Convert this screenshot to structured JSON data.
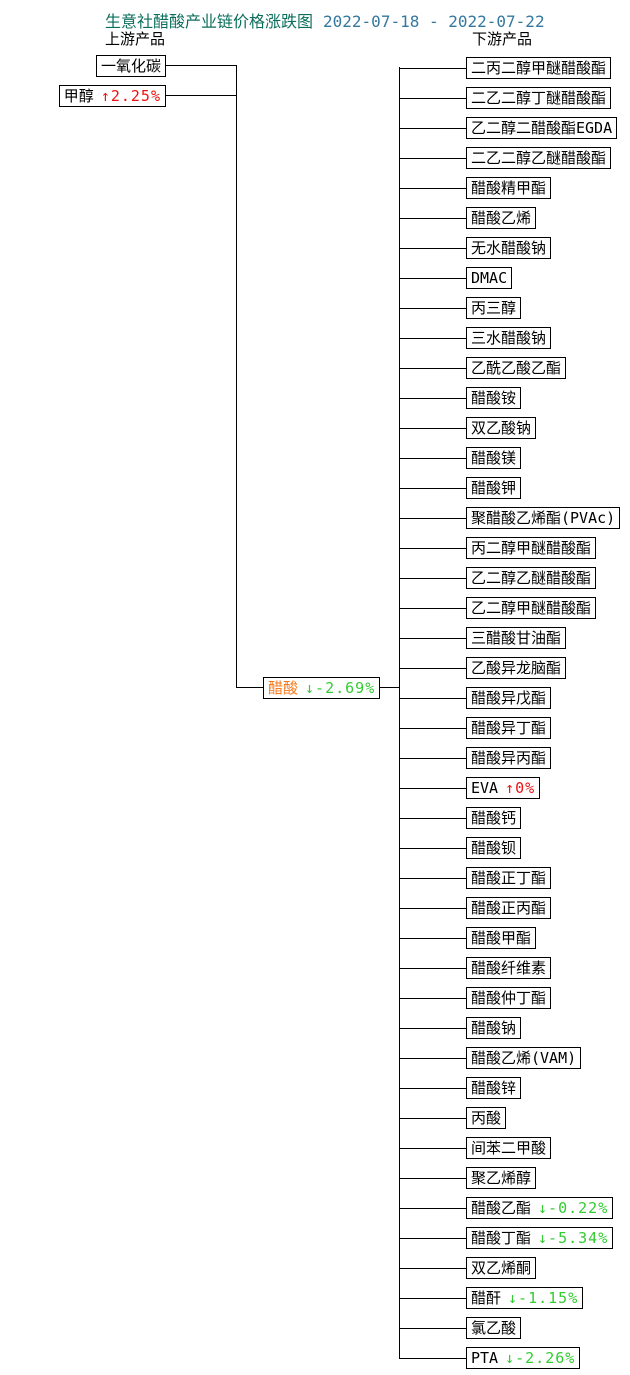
{
  "title": {
    "text": "生意社醋酸产业链价格涨跌图",
    "date_range": "2022-07-18 - 2022-07-22"
  },
  "columns": {
    "upstream_label": "上游产品",
    "downstream_label": "下游产品"
  },
  "colors": {
    "title": "#0B6E5C",
    "date": "#35789F",
    "up": "#EE1111",
    "down": "#33CC33",
    "center_name": "#F87A1D",
    "line": "#000000"
  },
  "upstream": {
    "items": [
      {
        "name": "一氧化碳"
      },
      {
        "name": "甲醇",
        "change": "↑2.25%",
        "direction": "up"
      }
    ]
  },
  "center": {
    "name": "醋酸",
    "change": "↓-2.69%",
    "direction": "down"
  },
  "downstream": {
    "items": [
      {
        "name": "二丙二醇甲醚醋酸酯"
      },
      {
        "name": "二乙二醇丁醚醋酸酯"
      },
      {
        "name": "乙二醇二醋酸酯EGDA"
      },
      {
        "name": "二乙二醇乙醚醋酸酯"
      },
      {
        "name": "醋酸精甲酯"
      },
      {
        "name": "醋酸乙烯"
      },
      {
        "name": "无水醋酸钠"
      },
      {
        "name": "DMAC"
      },
      {
        "name": "丙三醇"
      },
      {
        "name": "三水醋酸钠"
      },
      {
        "name": "乙酰乙酸乙酯"
      },
      {
        "name": "醋酸铵"
      },
      {
        "name": "双乙酸钠"
      },
      {
        "name": "醋酸镁"
      },
      {
        "name": "醋酸钾"
      },
      {
        "name": "聚醋酸乙烯酯(PVAc)"
      },
      {
        "name": "丙二醇甲醚醋酸酯"
      },
      {
        "name": "乙二醇乙醚醋酸酯"
      },
      {
        "name": "乙二醇甲醚醋酸酯"
      },
      {
        "name": "三醋酸甘油酯"
      },
      {
        "name": "乙酸异龙脑酯"
      },
      {
        "name": "醋酸异戊酯"
      },
      {
        "name": "醋酸异丁酯"
      },
      {
        "name": "醋酸异丙酯"
      },
      {
        "name": "EVA",
        "change": "↑0%",
        "direction": "up"
      },
      {
        "name": "醋酸钙"
      },
      {
        "name": "醋酸钡"
      },
      {
        "name": "醋酸正丁酯"
      },
      {
        "name": "醋酸正丙酯"
      },
      {
        "name": "醋酸甲酯"
      },
      {
        "name": "醋酸纤维素"
      },
      {
        "name": "醋酸仲丁酯"
      },
      {
        "name": "醋酸钠"
      },
      {
        "name": "醋酸乙烯(VAM)"
      },
      {
        "name": "醋酸锌"
      },
      {
        "name": "丙酸"
      },
      {
        "name": "间苯二甲酸"
      },
      {
        "name": "聚乙烯醇"
      },
      {
        "name": "醋酸乙酯",
        "change": "↓-0.22%",
        "direction": "down"
      },
      {
        "name": "醋酸丁酯",
        "change": "↓-5.34%",
        "direction": "down"
      },
      {
        "name": "双乙烯酮"
      },
      {
        "name": "醋酐",
        "change": "↓-1.15%",
        "direction": "down"
      },
      {
        "name": "氯乙酸"
      },
      {
        "name": "PTA",
        "change": "↓-2.26%",
        "direction": "down"
      }
    ]
  }
}
